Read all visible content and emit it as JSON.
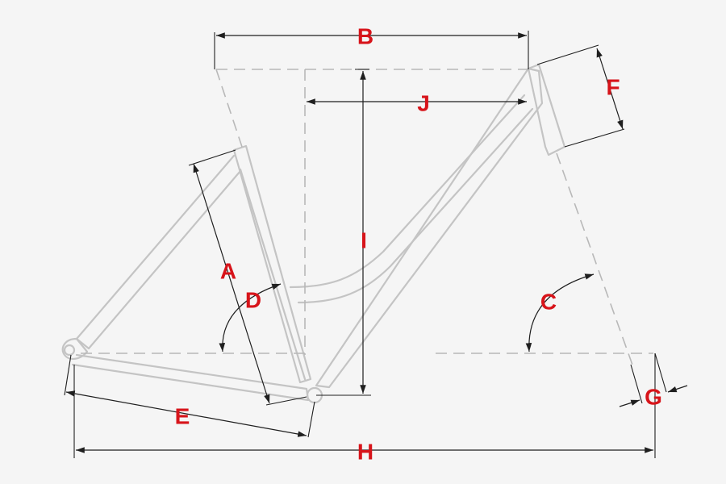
{
  "colors": {
    "background": "#f5f5f5",
    "frame": "#c4c4c4",
    "dimension_line": "#1f1f1f",
    "label": "#d7141a"
  },
  "labels": {
    "A": "A",
    "B": "B",
    "C": "C",
    "D": "D",
    "E": "E",
    "F": "F",
    "G": "G",
    "H": "H",
    "I": "I",
    "J": "J"
  }
}
